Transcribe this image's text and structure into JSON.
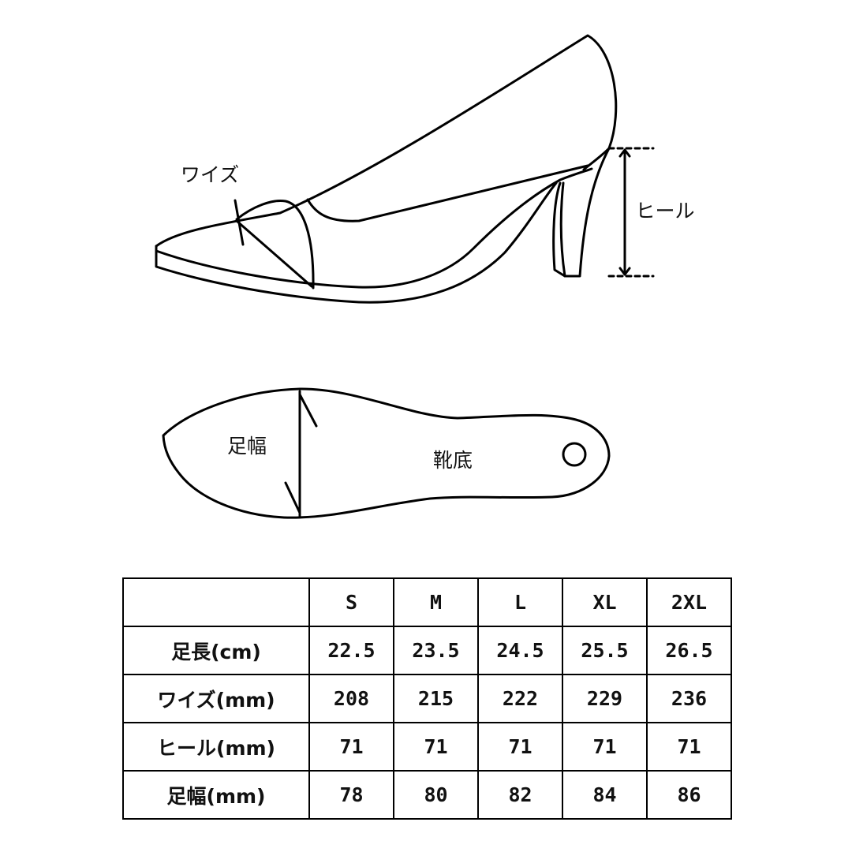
{
  "diagram": {
    "labels": {
      "width": "ワイズ",
      "heel": "ヒール",
      "foot_width": "足幅",
      "sole": "靴底"
    }
  },
  "table": {
    "corner": "",
    "columns": [
      "S",
      "M",
      "L",
      "XL",
      "2XL"
    ],
    "rows": [
      {
        "label": "足長(cm)",
        "values": [
          "22.5",
          "23.5",
          "24.5",
          "25.5",
          "26.5"
        ]
      },
      {
        "label": "ワイズ(mm)",
        "values": [
          "208",
          "215",
          "222",
          "229",
          "236"
        ]
      },
      {
        "label": "ヒール(mm)",
        "values": [
          "71",
          "71",
          "71",
          "71",
          "71"
        ]
      },
      {
        "label": "足幅(mm)",
        "values": [
          "78",
          "80",
          "82",
          "84",
          "86"
        ]
      }
    ]
  }
}
